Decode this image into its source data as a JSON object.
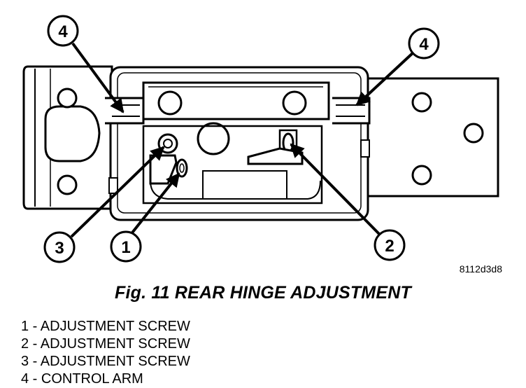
{
  "figure": {
    "image_code": "8112d3d8",
    "caption": "Fig. 11 REAR HINGE ADJUSTMENT",
    "callouts": [
      "4",
      "4",
      "3",
      "1",
      "2"
    ],
    "legend": [
      "1 - ADJUSTMENT SCREW",
      "2 - ADJUSTMENT SCREW",
      "3 - ADJUSTMENT SCREW",
      "4 - CONTROL ARM"
    ]
  }
}
